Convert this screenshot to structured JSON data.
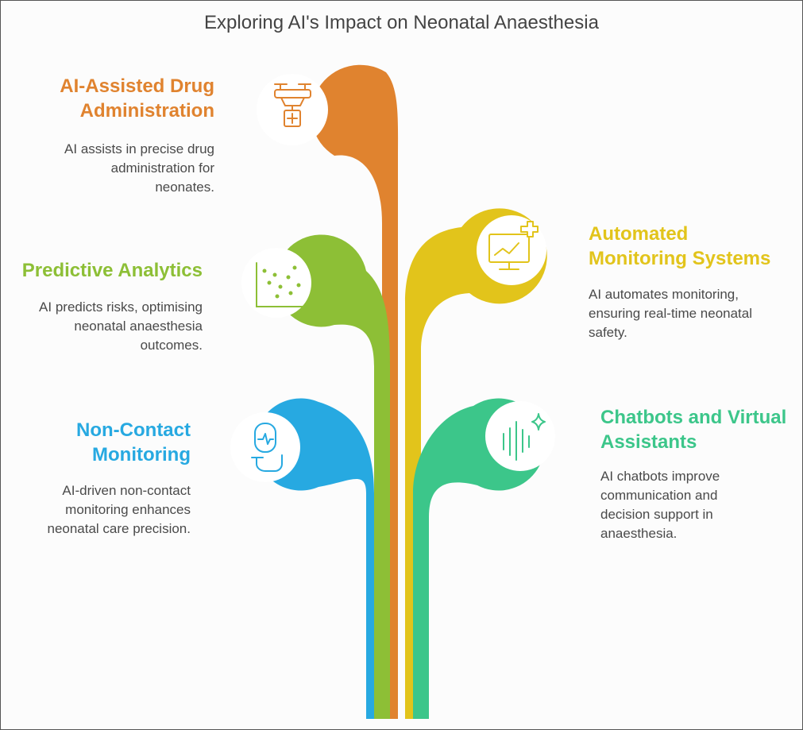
{
  "title": "Exploring AI's Impact on Neonatal Anaesthesia",
  "colors": {
    "drug": "#E0832F",
    "predictive": "#8DBF36",
    "automated": "#E2C41B",
    "noncontact": "#27A9E1",
    "chatbots": "#3CC68A"
  },
  "items": {
    "drug": {
      "icon": "drone-medical-kit-icon",
      "heading": [
        "AI-Assisted Drug",
        "Administration"
      ],
      "description": [
        "AI assists in precise drug",
        "administration for",
        "neonates."
      ]
    },
    "predictive": {
      "icon": "scatter-plot-icon",
      "heading": [
        "Predictive Analytics"
      ],
      "description": [
        "AI predicts risks, optimising",
        "neonatal anaesthesia",
        "outcomes."
      ]
    },
    "automated": {
      "icon": "monitor-with-medical-cross-icon",
      "heading": [
        "Automated",
        "Monitoring Systems"
      ],
      "description": [
        "AI automates monitoring,",
        "ensuring real-time neonatal",
        "safety."
      ]
    },
    "noncontact": {
      "icon": "hand-with-monitor-sensor-icon",
      "heading": [
        "Non-Contact",
        "Monitoring"
      ],
      "description": [
        "AI-driven non-contact",
        "monitoring enhances",
        "neonatal care precision."
      ]
    },
    "chatbots": {
      "icon": "audio-wave-sparkle-icon",
      "heading": [
        "Chatbots and Virtual",
        "Assistants"
      ],
      "description": [
        "AI chatbots improve",
        "communication and",
        "decision support in",
        "anaesthesia."
      ]
    }
  }
}
